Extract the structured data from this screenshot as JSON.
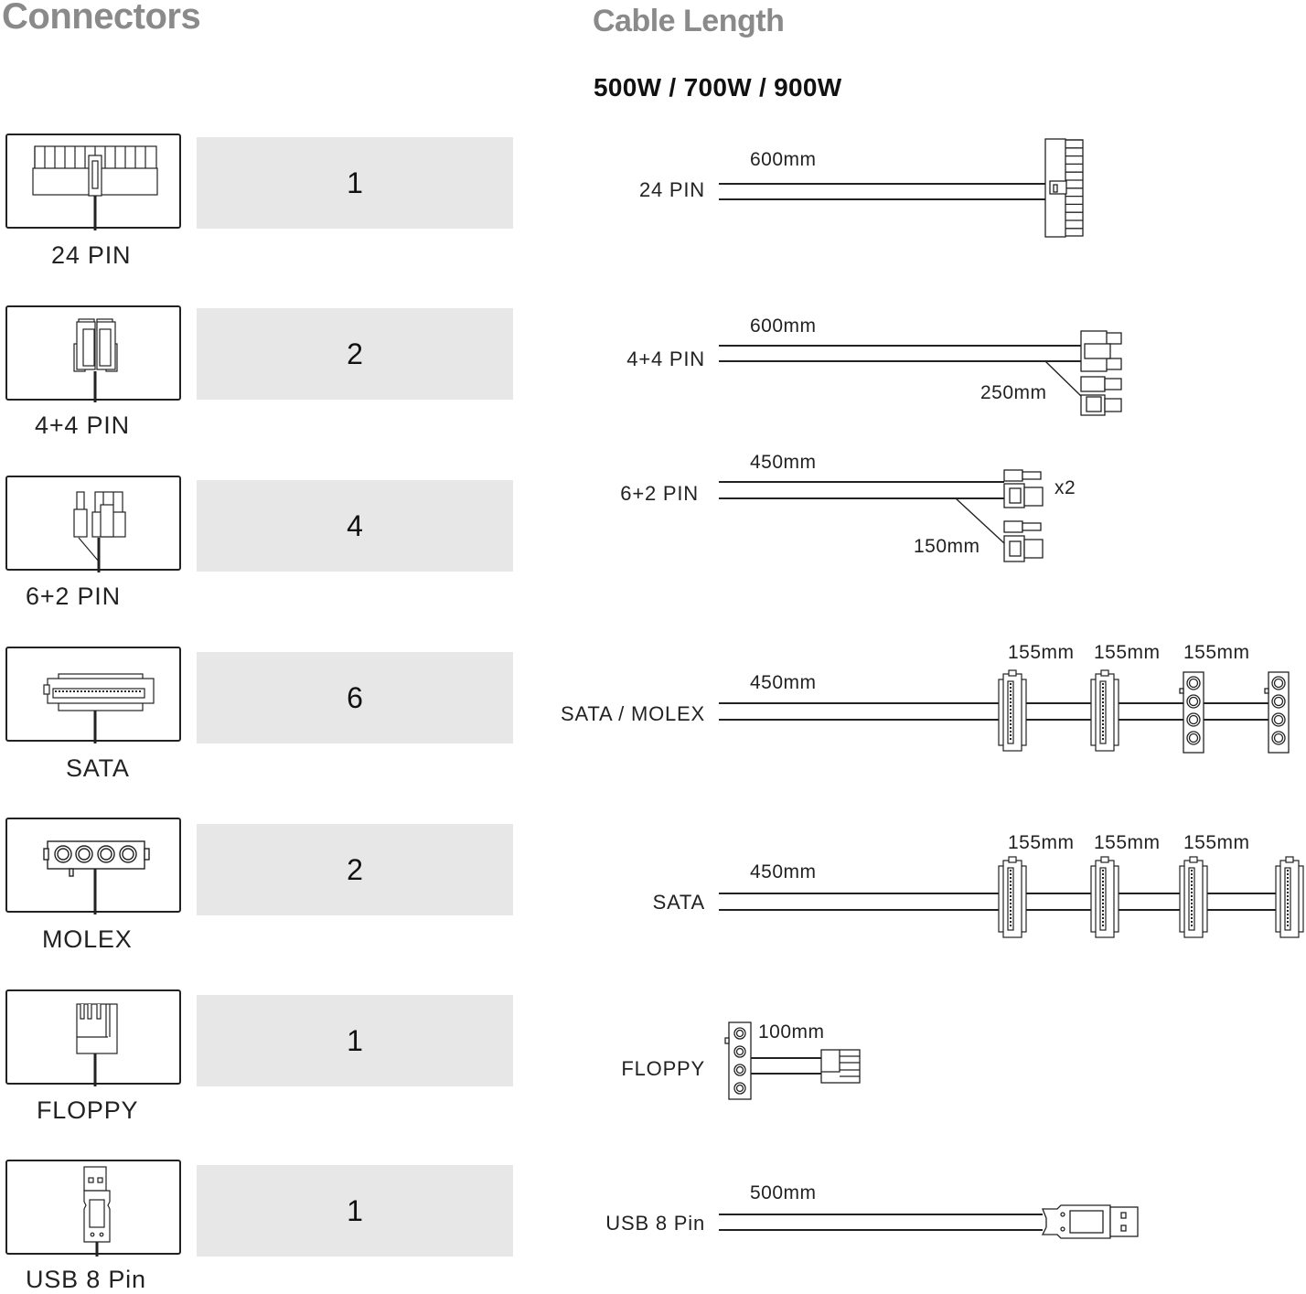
{
  "headers": {
    "connectors_title": "Connectors",
    "cable_length_title": "Cable Length",
    "wattage_models": "500W / 700W / 900W"
  },
  "connectors": [
    {
      "name": "24 PIN",
      "count": "1",
      "icon": "atx-24pin-connector-icon"
    },
    {
      "name": "4+4 PIN",
      "count": "2",
      "icon": "eps-4plus4-connector-icon"
    },
    {
      "name": "6+2 PIN",
      "count": "4",
      "icon": "pcie-6plus2-connector-icon"
    },
    {
      "name": "SATA",
      "count": "6",
      "icon": "sata-connector-icon"
    },
    {
      "name": "MOLEX",
      "count": "2",
      "icon": "molex-connector-icon"
    },
    {
      "name": "FLOPPY",
      "count": "1",
      "icon": "floppy-connector-icon"
    },
    {
      "name": "USB 8 Pin",
      "count": "1",
      "icon": "usb-connector-icon"
    }
  ],
  "cables": [
    {
      "name": "24 PIN",
      "main_length": "600mm"
    },
    {
      "name": "4+4 PIN",
      "main_length": "600mm",
      "branch_length": "250mm"
    },
    {
      "name": "6+2 PIN",
      "main_length": "450mm",
      "branch_length": "150mm",
      "multiplier": "x2"
    },
    {
      "name": "SATA / MOLEX",
      "main_length": "450mm",
      "segment_lengths": [
        "155mm",
        "155mm",
        "155mm"
      ],
      "plugs": [
        "sata",
        "sata",
        "molex",
        "molex"
      ]
    },
    {
      "name": "SATA",
      "main_length": "450mm",
      "segment_lengths": [
        "155mm",
        "155mm",
        "155mm"
      ],
      "plugs": [
        "sata",
        "sata",
        "sata",
        "sata"
      ]
    },
    {
      "name": "FLOPPY",
      "main_length": "100mm"
    },
    {
      "name": "USB 8 Pin",
      "main_length": "500mm"
    }
  ],
  "colors": {
    "heading": "#8a8a8a",
    "count_fill": "#e7e7e7",
    "line": "#222222"
  }
}
